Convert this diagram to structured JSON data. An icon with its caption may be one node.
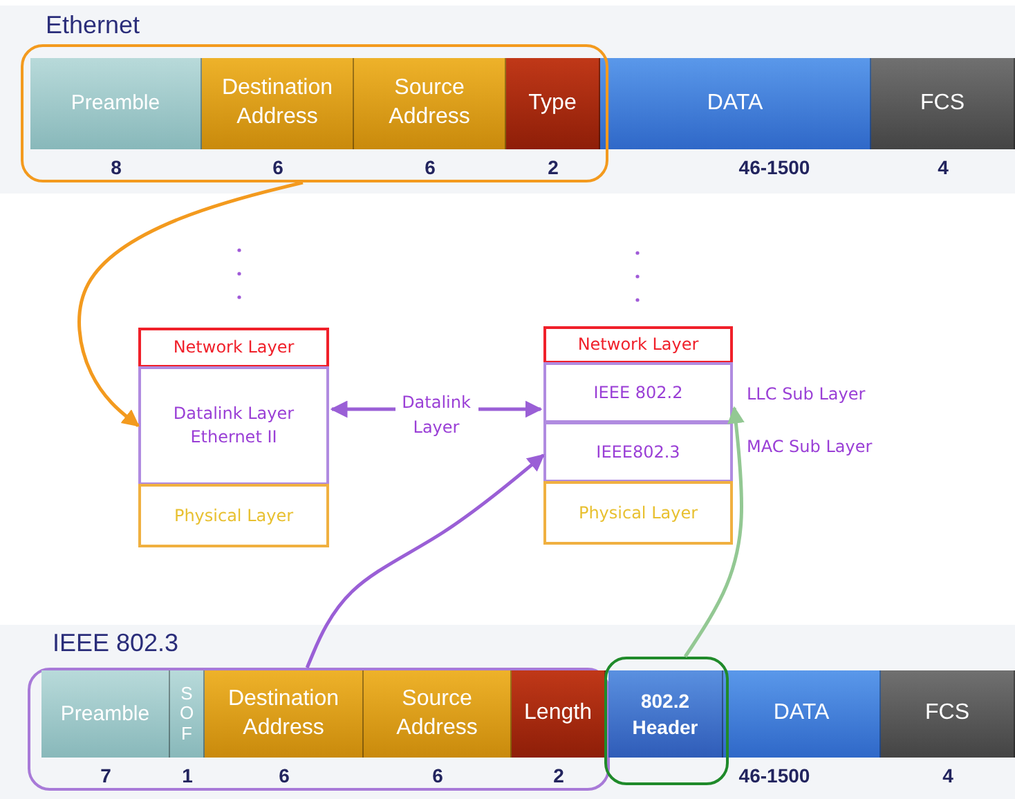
{
  "diagram": {
    "nodes": [
      {
        "text": [],
        "shape": "box"
      },
      {
        "text": [
          "Preamble"
        ],
        "in": 0,
        "beside": [
          "8"
        ]
      },
      {
        "text": [
          "Destination Address"
        ],
        "in": 0,
        "beside": [
          "6"
        ]
      },
      {
        "text": [
          "Source Address"
        ],
        "in": 0,
        "beside": [
          "6"
        ]
      },
      {
        "text": [
          "Type"
        ],
        "in": 0,
        "beside": [
          "2"
        ]
      },
      {
        "text": [
          "DATA"
        ],
        "beside": [
          "46-1500"
        ]
      },
      {
        "text": [
          "FCS"
        ],
        "beside": [
          "4"
        ]
      },
      {
        "text": [
          "Network Layer"
        ]
      },
      {
        "text": [
          "Datalink Layer Ethernet II"
        ]
      },
      {
        "text": [
          "Physical Layer"
        ]
      },
      {
        "text": [
          "Network Layer"
        ]
      },
      {
        "text": [
          "IEEE 802.2"
        ],
        "beside": [
          "LLC Sub Layer"
        ]
      },
      {
        "text": [
          "IEEE802.3"
        ],
        "beside": [
          "MAC Sub Layer"
        ]
      },
      {
        "text": [
          "Physical Layer"
        ]
      },
      {
        "text": [],
        "shape": "box"
      },
      {
        "text": [
          "Preamble"
        ],
        "in": 14,
        "beside": [
          "7"
        ]
      },
      {
        "text": [
          "SOF"
        ],
        "in": 14,
        "beside": [
          "1"
        ]
      },
      {
        "text": [
          "Destination Address"
        ],
        "in": 14,
        "beside": [
          "6"
        ]
      },
      {
        "text": [
          "Source Address"
        ],
        "in": 14,
        "beside": [
          "6"
        ]
      },
      {
        "text": [
          "Length"
        ],
        "in": 14,
        "beside": [
          "2"
        ]
      },
      {
        "text": [],
        "shape": "box"
      },
      {
        "text": [
          "802.2 Header"
        ],
        "in": 20
      },
      {
        "text": [
          "DATA"
        ],
        "beside": [
          "46-1500"
        ]
      },
      {
        "text": [
          "FCS"
        ],
        "beside": [
          "4"
        ]
      }
    ],
    "edges": [
      {
        "from": 0,
        "to": 8,
        "arrow": "to",
        "color": "#f39a1e"
      },
      {
        "from": 8,
        "to": 11,
        "arrow": "both",
        "label": "Datalink Layer"
      },
      {
        "from": 14,
        "to": 12,
        "arrow": "to"
      },
      {
        "from": 20,
        "to": 11,
        "arrow": "to",
        "color": "#93c893"
      }
    ],
    "labels": [
      "Ethernet",
      "IEEE 802.3"
    ]
  }
}
